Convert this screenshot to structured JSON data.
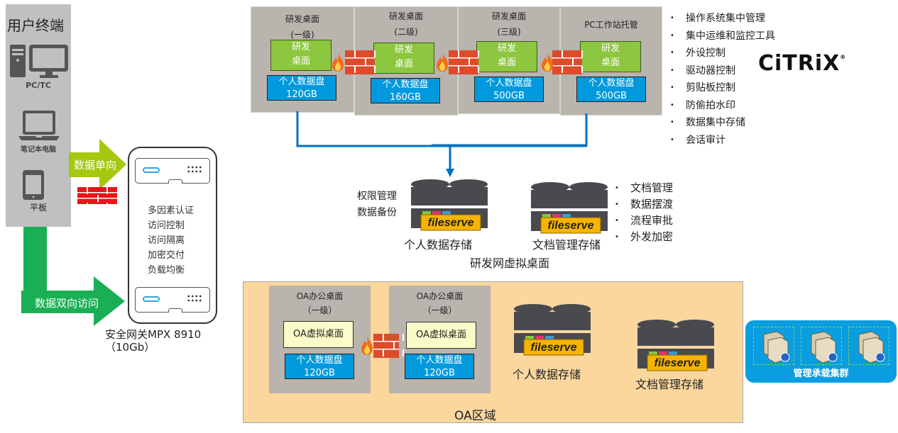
{
  "terminals": {
    "title": "用户终端",
    "devices": [
      {
        "icon": "desktop-pc-icon",
        "label": "PC/TC"
      },
      {
        "icon": "laptop-icon",
        "label": "笔记本电脑"
      },
      {
        "icon": "tablet-icon",
        "label": "平板"
      }
    ]
  },
  "arrows": {
    "one_way": {
      "label": "数据单向",
      "color": "#a5c90f"
    },
    "two_way": {
      "label": "数据双向访问",
      "color": "#1aaf54"
    }
  },
  "gateway": {
    "features": [
      "多因素认证",
      "访问控制",
      "访问隔离",
      "加密交付",
      "负载均衡"
    ],
    "caption_line1": "安全网关MPX 8910",
    "caption_line2": "（10Gb）"
  },
  "rd_desktops": [
    {
      "title": "研发桌面",
      "level": "(一级)",
      "desktop": [
        "研发",
        "桌面"
      ],
      "disk_label": "个人数据盘",
      "disk_size": "120GB"
    },
    {
      "title": "研发桌面",
      "level": "(二级)",
      "desktop": [
        "研发",
        "桌面"
      ],
      "disk_label": "个人数据盘",
      "disk_size": "160GB"
    },
    {
      "title": "研发桌面",
      "level": "(三级)",
      "desktop": [
        "研发",
        "桌面"
      ],
      "disk_label": "个人数据盘",
      "disk_size": "500GB"
    },
    {
      "title": "PC工作站托管",
      "level": "",
      "desktop": [
        "研发",
        "桌面"
      ],
      "disk_label": "个人数据盘",
      "disk_size": "500GB"
    }
  ],
  "citrix_features": [
    "操作系统集中管理",
    "集中运维和监控工具",
    "外设控制",
    "驱动器控制",
    "剪贴板控制",
    "防偷拍水印",
    "数据集中存储",
    "会话审计"
  ],
  "citrix_logo": {
    "text": "CiTRiX",
    "mark": "®"
  },
  "rd_storage": {
    "side_labels": [
      "权限管理",
      "数据备份"
    ],
    "personal": {
      "label": "个人数据存储",
      "brand": "fileserve"
    },
    "document": {
      "label": "文档管理存储",
      "brand": "fileserve"
    },
    "doc_features": [
      "文档管理",
      "数据摆渡",
      "流程审批",
      "外发加密"
    ],
    "zone_label": "研发网虚拟桌面"
  },
  "oa": {
    "zone_label": "OA区域",
    "desktops": [
      {
        "title": "OA办公桌面",
        "level": "（一级）",
        "desktop": "OA虚拟桌面",
        "disk_label": "个人数据盘",
        "disk_size": "120GB"
      },
      {
        "title": "OA办公桌面",
        "level": "（一级）",
        "desktop": "OA虚拟桌面",
        "disk_label": "个人数据盘",
        "disk_size": "120GB"
      }
    ],
    "personal": {
      "label": "个人数据存储",
      "brand": "fileserve"
    },
    "document": {
      "label": "文档管理存储",
      "brand": "fileserve"
    }
  },
  "cluster": {
    "label": "管理承载集群",
    "node_count": 3
  },
  "colors": {
    "vdi_gray": "#b9b4ae",
    "green": "#8dc63f",
    "blue": "#0099dd",
    "connector": "#0070c0",
    "oa_bg": "#fbd79e",
    "cluster_bg": "#0a9ee0",
    "firewall": "#dd4b2a"
  }
}
